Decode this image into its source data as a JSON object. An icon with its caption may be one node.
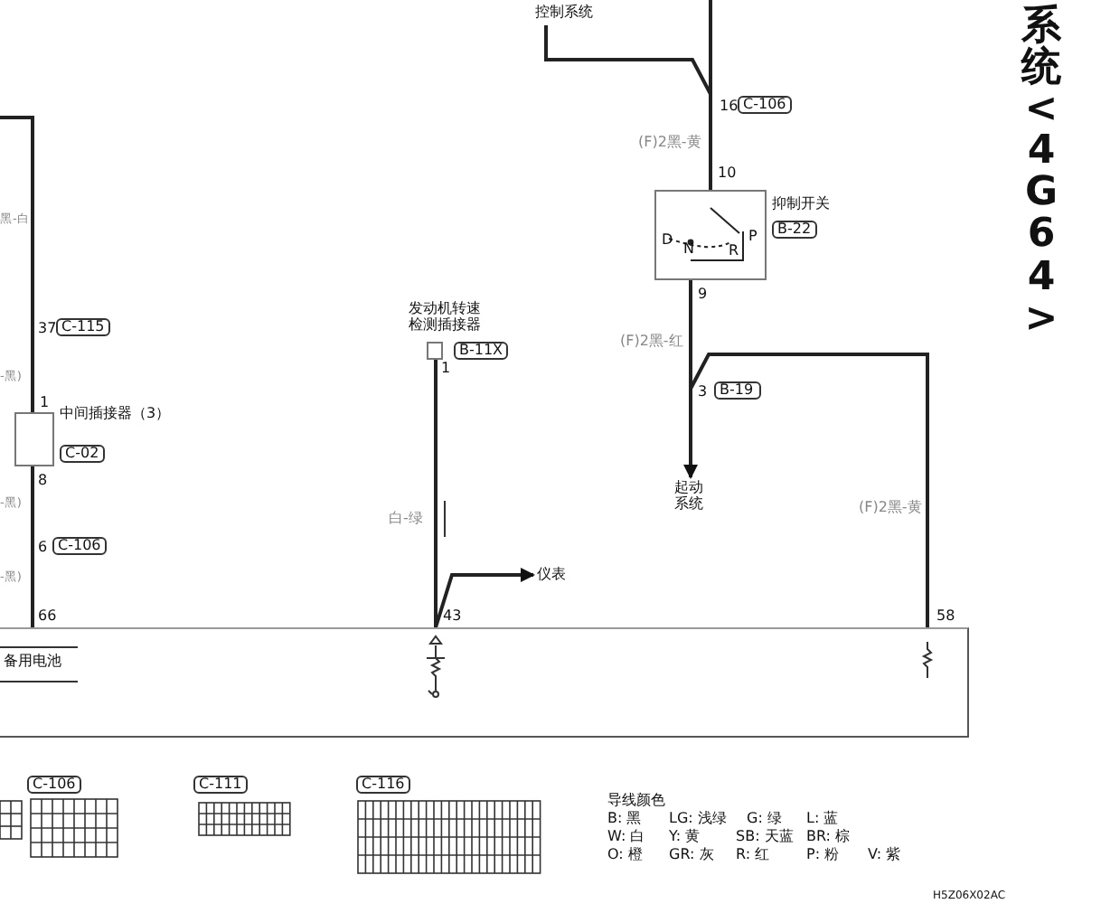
{
  "diagram": {
    "title": "系统<4G64>",
    "nodes": [
      {
        "text": [
          "控制系统"
        ]
      },
      {
        "text": [
          "抑制开关",
          "B-22"
        ]
      },
      {
        "text": [
          "起动系统"
        ]
      },
      {
        "text": [
          "发动机转速检测插接器",
          "B-11X"
        ]
      },
      {
        "text": [
          "仪表"
        ]
      },
      {
        "text": [
          "中间插接器（3）",
          "C-02"
        ]
      },
      {
        "text": [
          "备用电池"
        ]
      },
      {
        "text": [
          "C-106"
        ]
      },
      {
        "text": [
          "B-19"
        ]
      },
      {
        "text": [
          "C-115"
        ]
      },
      {
        "text": [
          "C-106"
        ]
      },
      {
        "text": [
          "C-106"
        ]
      },
      {
        "text": [
          "C-111"
        ]
      },
      {
        "text": [
          "C-116"
        ]
      }
    ],
    "edges": [
      {
        "from": null,
        "to": 1,
        "arrow": "none"
      },
      {
        "from": 0,
        "to": 1,
        "arrow": "none"
      },
      {
        "from": 1,
        "to": 2,
        "arrow": "to"
      },
      {
        "from": 1,
        "to": 6,
        "arrow": "none"
      },
      {
        "from": 3,
        "to": 6,
        "arrow": "none"
      },
      {
        "from": 6,
        "to": 4,
        "arrow": "to"
      },
      {
        "from": null,
        "to": 5,
        "arrow": "none"
      },
      {
        "from": 5,
        "to": 6,
        "arrow": "none"
      }
    ],
    "labels": [
      "(F)2黑-黄",
      "16",
      "10",
      "D",
      "N",
      "R",
      "P",
      "9",
      "(F)2黑-红",
      "3",
      "1",
      "黑-白",
      "37",
      "-黑)",
      "1",
      "8",
      "-黑)",
      "6",
      "-黑)",
      "白-绿",
      "(F)2黑-黄",
      "66",
      "43",
      "58",
      "导线颜色",
      "B: 黑",
      "LG: 浅绿",
      "G: 绿",
      "L: 蓝",
      "W: 白",
      "Y: 黄",
      "SB: 天蓝",
      "BR: 棕",
      "O: 橙",
      "GR: 灰",
      "R: 红",
      "P: 粉",
      "V: 紫",
      "H5Z06X02AC"
    ]
  }
}
